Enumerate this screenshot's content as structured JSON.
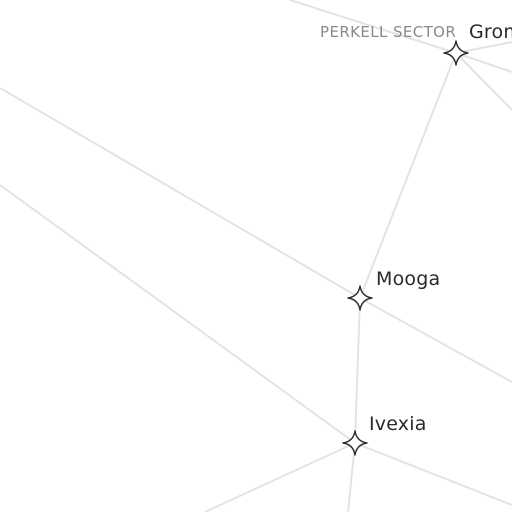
{
  "map": {
    "sector_label": "PERKELL SECTOR",
    "planets": [
      {
        "id": "grom",
        "name": "Grom"
      },
      {
        "id": "mooga",
        "name": "Mooga"
      },
      {
        "id": "ivexia",
        "name": "Ivexia"
      }
    ]
  },
  "colors": {
    "background": "#ffffff",
    "route": "#e3e3e3",
    "star_outline": "#2b2b2b",
    "planet_text": "#2a2a2a",
    "sector_text": "#8a8a8a"
  }
}
